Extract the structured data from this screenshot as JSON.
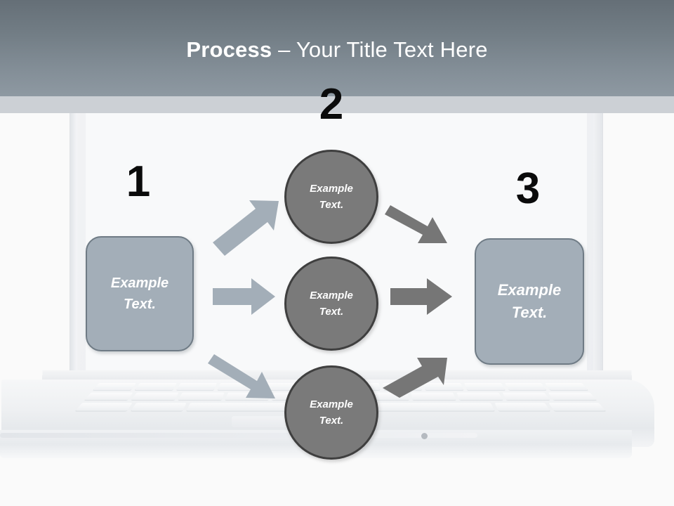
{
  "slide": {
    "title_bold": "Process",
    "title_rest": " – Your Title Text Here",
    "background_image": "laptop-illustration"
  },
  "theme": {
    "header_gradient_top": "#656f77",
    "header_gradient_bottom": "#8e99a2",
    "subheader_band": "#ccd0d5",
    "screen_background": "#f8f9fa",
    "box_fill": "#a3aeb8",
    "box_border": "#6f7b85",
    "circle_fill": "#7a7a7a",
    "circle_border": "#3f3f3f",
    "arrow_light": "#a3aeb8",
    "arrow_dark": "#767676",
    "number_color": "#0b0b0b",
    "node_text_color": "#ffffff"
  },
  "diagram": {
    "type": "process-flow",
    "numbers": [
      {
        "label": "1",
        "for": "start-box"
      },
      {
        "label": "2",
        "for": "middle-circles"
      },
      {
        "label": "3",
        "for": "end-box"
      }
    ],
    "start_box": {
      "line1": "Example",
      "line2": "Text."
    },
    "circles": [
      {
        "id": "top",
        "line1": "Example",
        "line2": "Text."
      },
      {
        "id": "middle",
        "line1": "Example",
        "line2": "Text."
      },
      {
        "id": "bottom",
        "line1": "Example",
        "line2": "Text."
      }
    ],
    "end_box": {
      "line1": "Example",
      "line2": "Text."
    },
    "arrows": [
      {
        "id": "start-to-top",
        "from": "start-box",
        "to": "circle-top",
        "color": "light",
        "direction": "up-right"
      },
      {
        "id": "start-to-middle",
        "from": "start-box",
        "to": "circle-middle",
        "color": "light",
        "direction": "right"
      },
      {
        "id": "start-to-bottom",
        "from": "start-box",
        "to": "circle-bottom",
        "color": "light",
        "direction": "down-right"
      },
      {
        "id": "top-to-end",
        "from": "circle-top",
        "to": "end-box",
        "color": "dark",
        "direction": "down-right"
      },
      {
        "id": "middle-to-end",
        "from": "circle-middle",
        "to": "end-box",
        "color": "dark",
        "direction": "right"
      },
      {
        "id": "bottom-to-end",
        "from": "circle-bottom",
        "to": "end-box",
        "color": "dark",
        "direction": "up-right"
      }
    ]
  }
}
